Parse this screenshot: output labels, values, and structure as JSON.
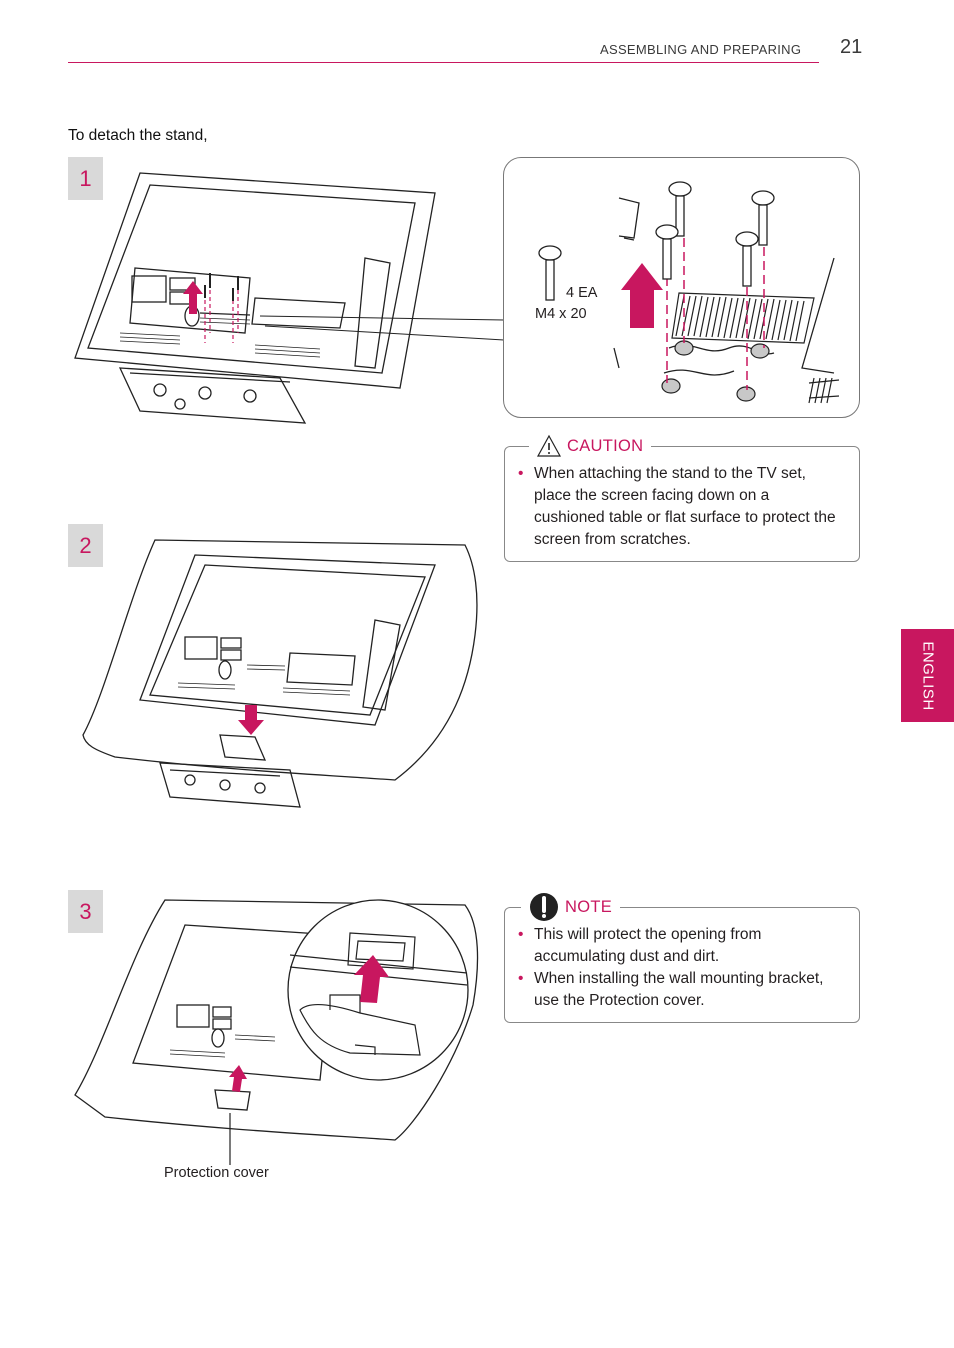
{
  "header": {
    "section": "ASSEMBLING AND PREPARING",
    "page_number": "21"
  },
  "side_tab": {
    "label": "ENGLISH"
  },
  "intro": "To detach the stand,",
  "steps": [
    "1",
    "2",
    "3"
  ],
  "screw_spec": {
    "quantity": "4 EA",
    "size": "M4 x 20"
  },
  "caution": {
    "title": "CAUTION",
    "items": [
      "When attaching the stand to the TV set, place the screen facing down on a cushioned table or flat surface to protect the screen from scratches."
    ]
  },
  "note": {
    "title": "NOTE",
    "items": [
      "This will protect the opening from accumulating dust and dirt.",
      "When installing the wall mounting bracket, use the Protection cover."
    ]
  },
  "protection_cover_label": "Protection cover",
  "colors": {
    "accent": "#c8175f",
    "step_box": "#d9d9d9"
  }
}
